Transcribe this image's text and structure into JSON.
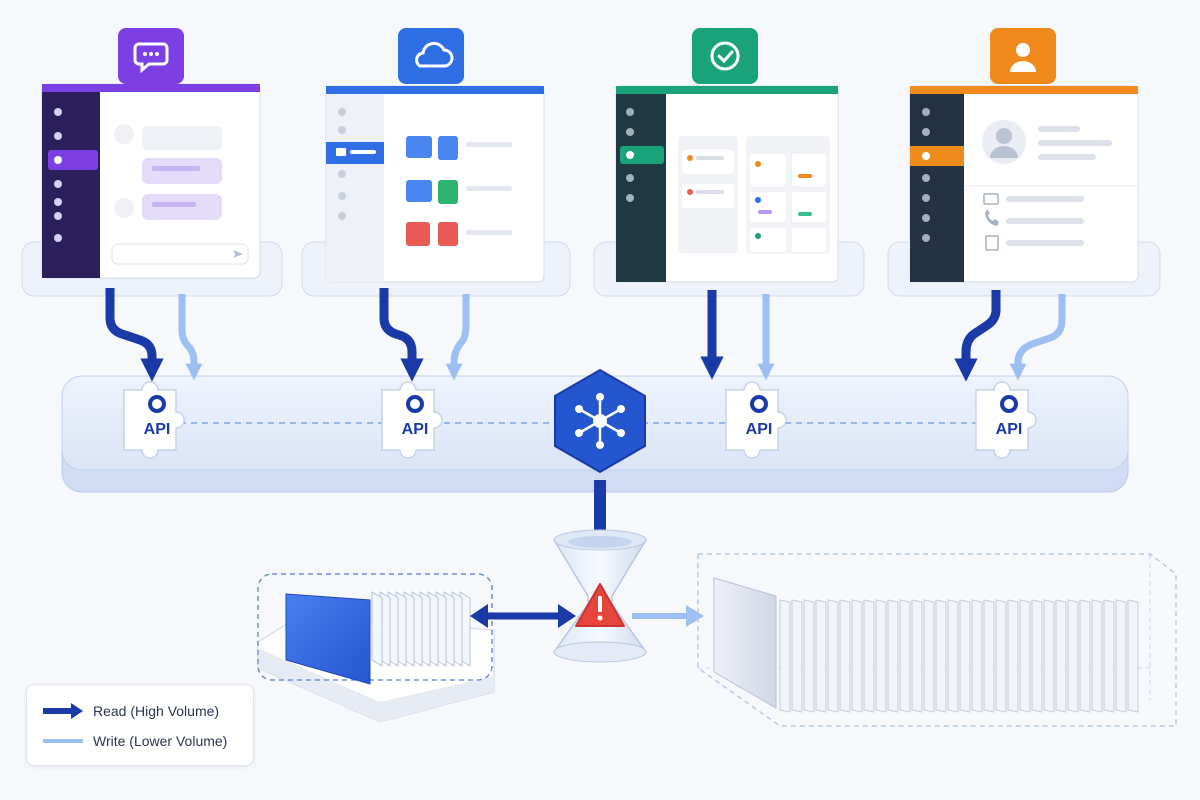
{
  "apps": [
    {
      "name": "chat-app",
      "icon": "chat-bubble-icon",
      "accent": "#7b3fe4",
      "sidebar": "#2b1f5c"
    },
    {
      "name": "cloud-files-app",
      "icon": "cloud-icon",
      "accent": "#2f6fe6",
      "sidebar": "#eef1f7"
    },
    {
      "name": "tasks-app",
      "icon": "checkmark-icon",
      "accent": "#1aa37a",
      "sidebar": "#1f3a44"
    },
    {
      "name": "contacts-app",
      "icon": "user-icon",
      "accent": "#f08a1c",
      "sidebar": "#243246"
    }
  ],
  "api_label": "API",
  "hub_icon": "network-hub-icon",
  "bottleneck_icon": "warning-icon",
  "legend": {
    "read_label": "Read (High Volume)",
    "write_label": "Write (Lower Volume)"
  },
  "colors": {
    "read": "#1a3aa8",
    "write": "#9cc0f2",
    "bus": "#e3ebf9",
    "warning": "#e5453b"
  }
}
